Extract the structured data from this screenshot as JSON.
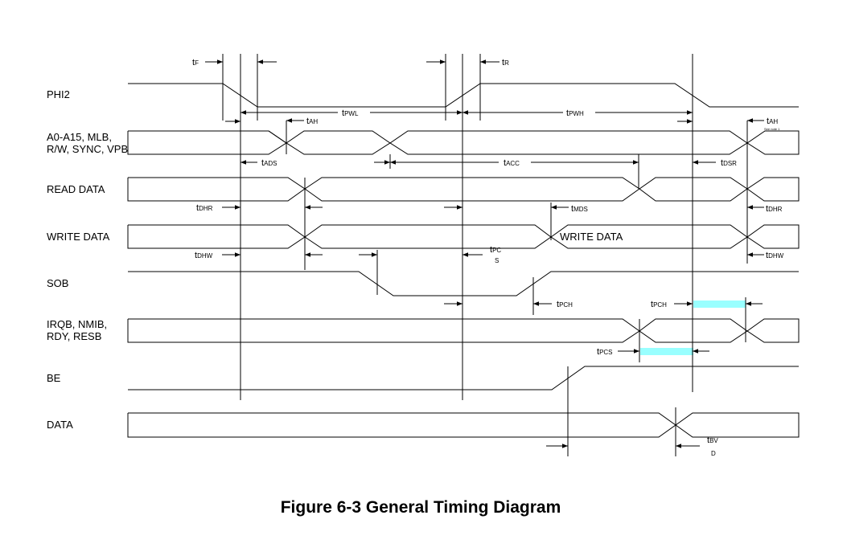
{
  "figure": {
    "caption": "Figure 6-3  General Timing Diagram"
  },
  "signals": [
    {
      "id": "phi2",
      "label": "PHI2"
    },
    {
      "id": "addr",
      "label_line1": "A0-A15, MLB,",
      "label_line2": "R/W, SYNC, VPB"
    },
    {
      "id": "read_data",
      "label": "READ DATA"
    },
    {
      "id": "write_data",
      "label": "WRITE DATA",
      "inline_label": "WRITE DATA"
    },
    {
      "id": "sob",
      "label": "SOB"
    },
    {
      "id": "irq",
      "label_line1": "IRQB, NMIB,",
      "label_line2": "RDY, RESB"
    },
    {
      "id": "be",
      "label": "BE"
    },
    {
      "id": "data",
      "label": "DATA"
    }
  ],
  "timing_params": {
    "tF": {
      "main": "t",
      "sub": "F"
    },
    "tR": {
      "main": "t",
      "sub": "R"
    },
    "tPWL": {
      "main": "t",
      "sub": "PWL"
    },
    "tPWH": {
      "main": "t",
      "sub": "PWH"
    },
    "tAH": {
      "main": "t",
      "sub": "AH"
    },
    "tAH2": {
      "main": "t",
      "sub": "AH",
      "note": "See note 1"
    },
    "tADS": {
      "main": "t",
      "sub": "ADS"
    },
    "tACC": {
      "main": "t",
      "sub": "ACC"
    },
    "tDSR": {
      "main": "t",
      "sub": "DSR"
    },
    "tDHR": {
      "main": "t",
      "sub": "DHR"
    },
    "tMDS": {
      "main": "t",
      "sub": "MDS"
    },
    "tDHW": {
      "main": "t",
      "sub": "DHW"
    },
    "tPCS_a": {
      "main": "t",
      "sub": "PC",
      "sub2": "S"
    },
    "tPCH": {
      "main": "t",
      "sub": "PCH"
    },
    "tPCS": {
      "main": "t",
      "sub": "PCS"
    },
    "tBVD": {
      "main": "t",
      "sub": "BV",
      "sub2": "D"
    }
  },
  "colors": {
    "highlight": "#99ffff"
  }
}
